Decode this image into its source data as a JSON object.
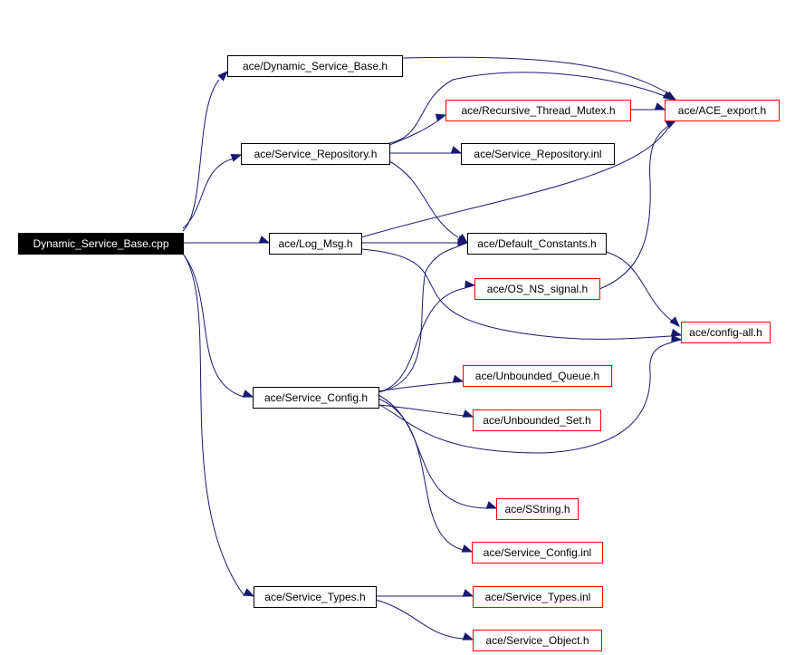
{
  "colors": {
    "edge": "#191970",
    "root_fill": "#000000",
    "root_text": "#ffffff",
    "linked_border": "#000000",
    "external_border": "#ff0000",
    "node_fill": "#ffffff",
    "node_text": "#000000"
  },
  "nodes": [
    {
      "id": "root",
      "label": "Dynamic_Service_Base.cpp",
      "kind": "root"
    },
    {
      "id": "dsb_h",
      "label": "ace/Dynamic_Service_Base.h",
      "kind": "linked"
    },
    {
      "id": "svc_repo_h",
      "label": "ace/Service_Repository.h",
      "kind": "linked"
    },
    {
      "id": "log_msg_h",
      "label": "ace/Log_Msg.h",
      "kind": "linked"
    },
    {
      "id": "svc_config_h",
      "label": "ace/Service_Config.h",
      "kind": "linked"
    },
    {
      "id": "svc_types_h",
      "label": "ace/Service_Types.h",
      "kind": "linked"
    },
    {
      "id": "rtm_h",
      "label": "ace/Recursive_Thread_Mutex.h",
      "kind": "external"
    },
    {
      "id": "svc_repo_inl",
      "label": "ace/Service_Repository.inl",
      "kind": "linked"
    },
    {
      "id": "def_const_h",
      "label": "ace/Default_Constants.h",
      "kind": "linked"
    },
    {
      "id": "os_ns_signal_h",
      "label": "ace/OS_NS_signal.h",
      "kind": "external"
    },
    {
      "id": "unb_queue_h",
      "label": "ace/Unbounded_Queue.h",
      "kind": "external"
    },
    {
      "id": "unb_set_h",
      "label": "ace/Unbounded_Set.h",
      "kind": "external"
    },
    {
      "id": "sstring_h",
      "label": "ace/SString.h",
      "kind": "external"
    },
    {
      "id": "svc_config_inl",
      "label": "ace/Service_Config.inl",
      "kind": "external"
    },
    {
      "id": "svc_types_inl",
      "label": "ace/Service_Types.inl",
      "kind": "external"
    },
    {
      "id": "svc_object_h",
      "label": "ace/Service_Object.h",
      "kind": "external"
    },
    {
      "id": "ace_export_h",
      "label": "ace/ACE_export.h",
      "kind": "external"
    },
    {
      "id": "config_all_h",
      "label": "ace/config-all.h",
      "kind": "external"
    }
  ],
  "edges": [
    {
      "from": "root",
      "to": "dsb_h"
    },
    {
      "from": "root",
      "to": "svc_repo_h"
    },
    {
      "from": "root",
      "to": "log_msg_h"
    },
    {
      "from": "root",
      "to": "svc_config_h"
    },
    {
      "from": "root",
      "to": "svc_types_h"
    },
    {
      "from": "dsb_h",
      "to": "ace_export_h"
    },
    {
      "from": "svc_repo_h",
      "to": "rtm_h"
    },
    {
      "from": "svc_repo_h",
      "to": "ace_export_h"
    },
    {
      "from": "svc_repo_h",
      "to": "svc_repo_inl"
    },
    {
      "from": "svc_repo_h",
      "to": "def_const_h"
    },
    {
      "from": "rtm_h",
      "to": "ace_export_h"
    },
    {
      "from": "log_msg_h",
      "to": "ace_export_h"
    },
    {
      "from": "log_msg_h",
      "to": "def_const_h"
    },
    {
      "from": "log_msg_h",
      "to": "config_all_h"
    },
    {
      "from": "def_const_h",
      "to": "config_all_h"
    },
    {
      "from": "os_ns_signal_h",
      "to": "ace_export_h"
    },
    {
      "from": "svc_config_h",
      "to": "def_const_h"
    },
    {
      "from": "svc_config_h",
      "to": "os_ns_signal_h"
    },
    {
      "from": "svc_config_h",
      "to": "unb_queue_h"
    },
    {
      "from": "svc_config_h",
      "to": "unb_set_h"
    },
    {
      "from": "svc_config_h",
      "to": "config_all_h"
    },
    {
      "from": "svc_config_h",
      "to": "sstring_h"
    },
    {
      "from": "svc_config_h",
      "to": "svc_config_inl"
    },
    {
      "from": "svc_types_h",
      "to": "svc_types_inl"
    },
    {
      "from": "svc_types_h",
      "to": "svc_object_h"
    }
  ]
}
